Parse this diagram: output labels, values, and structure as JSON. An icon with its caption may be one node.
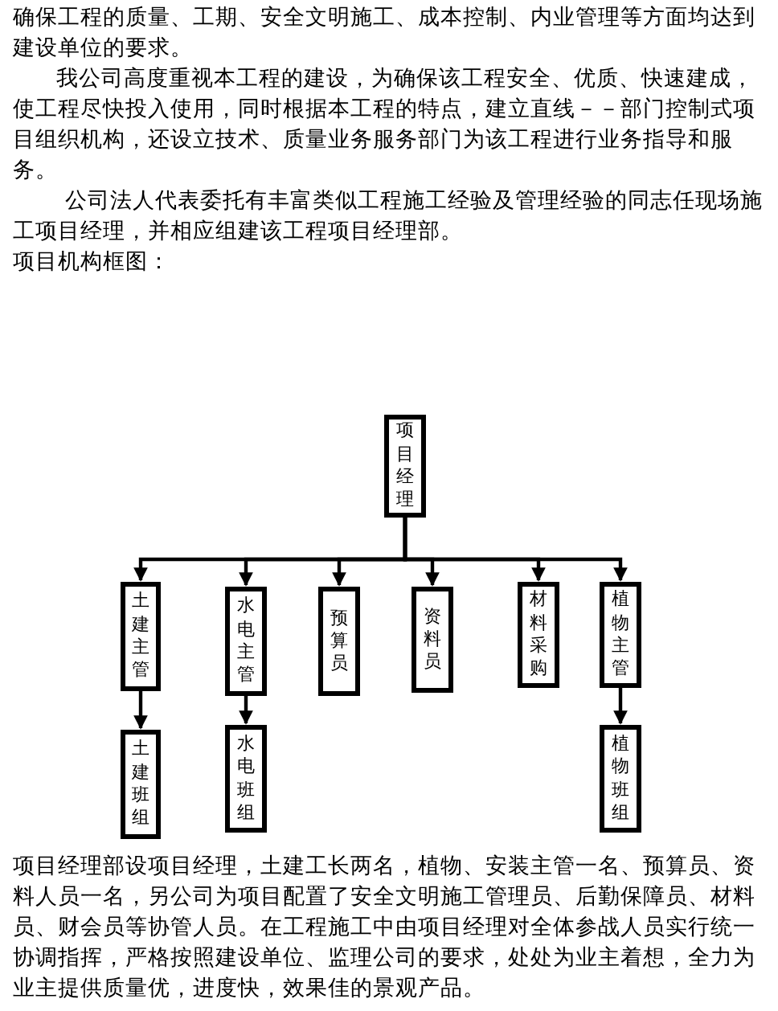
{
  "diagram": {
    "nodes": [
      {
        "text": [
          "项目经理"
        ]
      },
      {
        "text": [
          "土建主管"
        ]
      },
      {
        "text": [
          "水电主管"
        ]
      },
      {
        "text": [
          "预算员"
        ]
      },
      {
        "text": [
          "资料员"
        ]
      },
      {
        "text": [
          "材料采购"
        ]
      },
      {
        "text": [
          "植物主管"
        ]
      },
      {
        "text": [
          "土建班组"
        ]
      },
      {
        "text": [
          "水电班组"
        ]
      },
      {
        "text": [
          "植物班组"
        ]
      }
    ],
    "edges": [
      {
        "from": 0,
        "to": 1,
        "arrow": "to"
      },
      {
        "from": 0,
        "to": 2,
        "arrow": "to"
      },
      {
        "from": 0,
        "to": 3,
        "arrow": "to"
      },
      {
        "from": 0,
        "to": 4,
        "arrow": "to"
      },
      {
        "from": 0,
        "to": 5,
        "arrow": "to"
      },
      {
        "from": 0,
        "to": 6,
        "arrow": "to"
      },
      {
        "from": 1,
        "to": 7,
        "arrow": "to"
      },
      {
        "from": 2,
        "to": 8,
        "arrow": "to"
      },
      {
        "from": 6,
        "to": 9,
        "arrow": "to"
      }
    ],
    "labels": [
      "确保工程的质量、工期、安全文明施工、成本控制、内业管理等方面均达到建设单位的要求。",
      "我公司高度重视本工程的建设，为确保该工程安全、优质、快速建成，使工程尽快投入使用，同时根据本工程的特点，建立直线－－部门控制式项目组织机构，还设立技术、质量业务服务部门为该工程进行业务指导和服务。",
      "公司法人代表委托有丰富类似工程施工经验及管理经验的同志任现场施工项目经理，并相应组建该工程项目经理部。",
      "项目机构框图：",
      "项目经理部设项目经理，土建工长两名，植物、安装主管一名、预算员、资料人员一名，另公司为项目配置了安全文明施工管理员、后勤保障员、材料员、财会员等协管人员。在工程施工中由项目经理对全体参战人员实行统一协调指挥，严格按照建设单位、监理公司的要求，处处为业主着想，全力为业主提供质量优，进度快，效果佳的景观产品。"
    ]
  }
}
